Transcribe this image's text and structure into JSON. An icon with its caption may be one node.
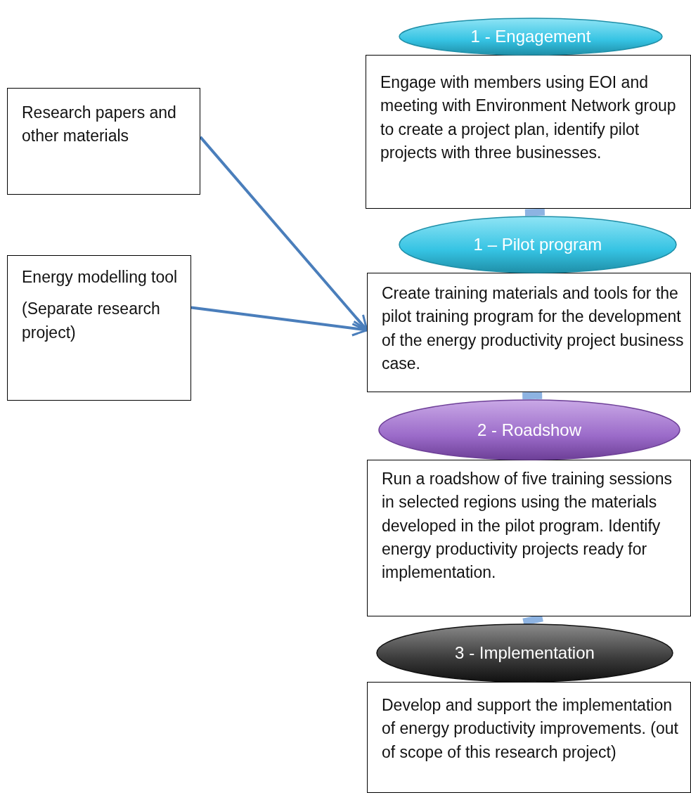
{
  "diagram": {
    "nodes": [
      {
        "text": [
          "1 - Engagement"
        ]
      },
      {
        "text": [
          "Research papers and other materials"
        ]
      },
      {
        "text": [
          "Engage with members using EOI and meeting with Environment Network group to create a project plan, identify pilot projects with three businesses."
        ]
      },
      {
        "text": [
          "1 – Pilot program"
        ]
      },
      {
        "text": [
          "Energy modelling tool",
          "(Separate research project)"
        ]
      },
      {
        "text": [
          "Create training materials and tools for the pilot training program for the development of the energy productivity project business case."
        ]
      },
      {
        "text": [
          "2 - Roadshow"
        ]
      },
      {
        "text": [
          "Run a roadshow of five training sessions in selected regions using the materials developed in the pilot program. Identify energy productivity projects ready for implementation."
        ]
      },
      {
        "text": [
          "3 - Implementation"
        ]
      },
      {
        "text": [
          "Develop and support the implementation of energy productivity improvements. (out of scope of this research project)"
        ]
      }
    ],
    "edges": [
      {
        "from": 1,
        "to": 5,
        "arrow": "to"
      },
      {
        "from": 4,
        "to": 5,
        "arrow": "to"
      },
      {
        "from": 2,
        "to": 3,
        "arrow": "none",
        "color": "#8db3e2"
      },
      {
        "from": 5,
        "to": 6,
        "arrow": "none",
        "color": "#8db3e2"
      },
      {
        "from": 7,
        "to": 8,
        "arrow": "none",
        "color": "#8db3e2"
      }
    ]
  }
}
